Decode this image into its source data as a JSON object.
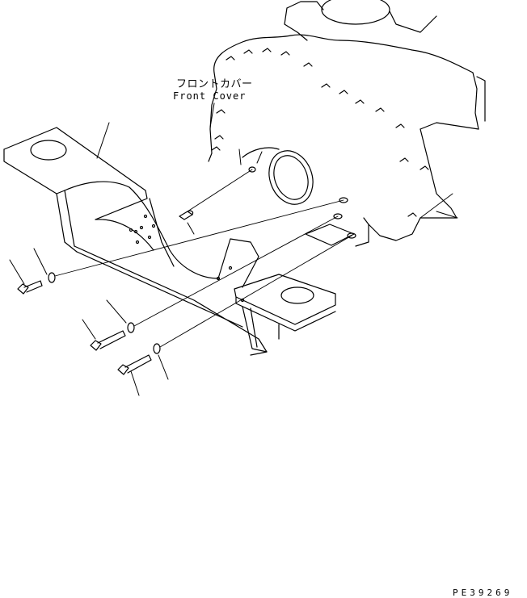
{
  "labels": {
    "front_cover_jp": "フロントカバー",
    "front_cover_en": "Front Cover"
  },
  "drawing_code": "PE39269"
}
